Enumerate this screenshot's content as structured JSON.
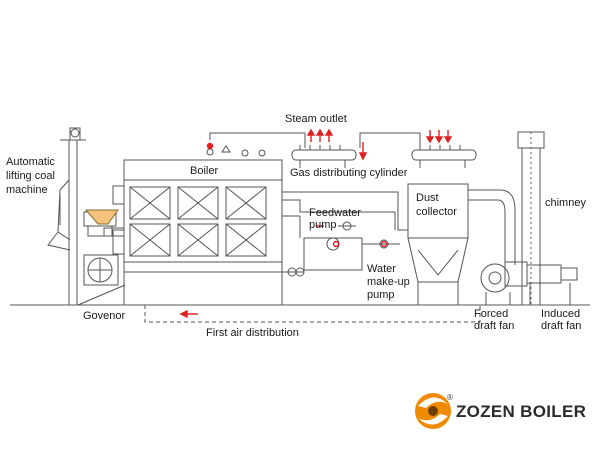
{
  "labels": {
    "steam_outlet": "Steam outlet",
    "automatic_coal": [
      "Automatic",
      "lifting coal",
      "machine"
    ],
    "boiler": "Boiler",
    "gas_cylinder": "Gas distributing cylinder",
    "dust_collector": [
      "Dust",
      "collector"
    ],
    "chimney": "chimney",
    "feedwater_pump": [
      "Feedwater",
      "pump"
    ],
    "water_makeup_pump": [
      "Water",
      "make-up",
      "pump"
    ],
    "govenor": "Govenor",
    "first_air": "First air distribution",
    "forced_draft_fan": [
      "Forced",
      "draft fan"
    ],
    "induced_draft_fan": [
      "Induced",
      "draft fan"
    ]
  },
  "brand": {
    "name": "ZOZEN BOILER",
    "registered": "®"
  },
  "colors": {
    "line": "#555555",
    "arrow_red": "#e02020",
    "logo_orange": "#f08a00",
    "logo_dark": "#6a3d00"
  }
}
